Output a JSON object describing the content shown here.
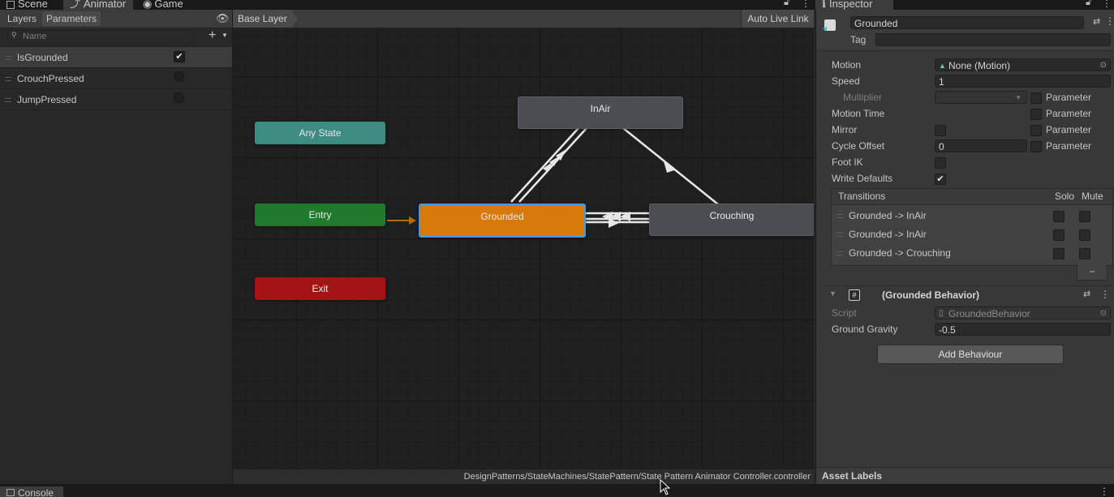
{
  "top_tabs": [
    {
      "label": "Scene",
      "icon": "scene-icon"
    },
    {
      "label": "Animator",
      "icon": "animator-icon"
    },
    {
      "label": "Game",
      "icon": "game-icon"
    }
  ],
  "left_panel": {
    "tabs": [
      "Layers",
      "Parameters"
    ],
    "active_tab": "Parameters",
    "search_placeholder": "Name",
    "add_symbol": "+",
    "parameters": [
      {
        "name": "IsGrounded",
        "type": "bool",
        "checked": true
      },
      {
        "name": "CrouchPressed",
        "type": "trigger"
      },
      {
        "name": "JumpPressed",
        "type": "trigger"
      }
    ]
  },
  "graph": {
    "breadcrumb": "Base Layer",
    "auto_live_link": "Auto Live Link",
    "nodes": {
      "any_state": "Any State",
      "entry": "Entry",
      "exit": "Exit",
      "grounded": "Grounded",
      "in_air": "InAir",
      "crouching": "Crouching"
    },
    "controller_path": "DesignPatterns/StateMachines/StatePattern/State Pattern Animator Controller.controller"
  },
  "inspector": {
    "title": "Inspector",
    "state_name": "Grounded",
    "tag_label": "Tag",
    "tag_value": "",
    "fields": {
      "motion_label": "Motion",
      "motion_value": "None (Motion)",
      "speed_label": "Speed",
      "speed_value": "1",
      "multiplier_label": "Multiplier",
      "motion_time_label": "Motion Time",
      "mirror_label": "Mirror",
      "cycle_offset_label": "Cycle Offset",
      "cycle_offset_value": "0",
      "foot_ik_label": "Foot IK",
      "write_defaults_label": "Write Defaults",
      "write_defaults_checked": true,
      "parameter_label": "Parameter"
    },
    "transitions": {
      "header": "Transitions",
      "solo": "Solo",
      "mute": "Mute",
      "items": [
        "Grounded -> InAir",
        "Grounded -> InAir",
        "Grounded -> Crouching"
      ],
      "remove_symbol": "−"
    },
    "behaviour": {
      "title": "(Grounded Behavior)",
      "script_label": "Script",
      "script_value": "GroundedBehavior",
      "gravity_label": "Ground Gravity",
      "gravity_value": "-0.5",
      "add_button": "Add Behaviour"
    },
    "asset_labels": "Asset Labels"
  },
  "bottom": {
    "console_tab": "Console"
  },
  "colors": {
    "any_state": "#3e8b82",
    "entry": "#1f7a2e",
    "exit": "#a31515",
    "grounded": "#d9790c",
    "default_state": "#4a4d52",
    "selection": "#3f9ce8",
    "transition": "#e6e6e6",
    "entry_transition": "#b56a0f"
  }
}
